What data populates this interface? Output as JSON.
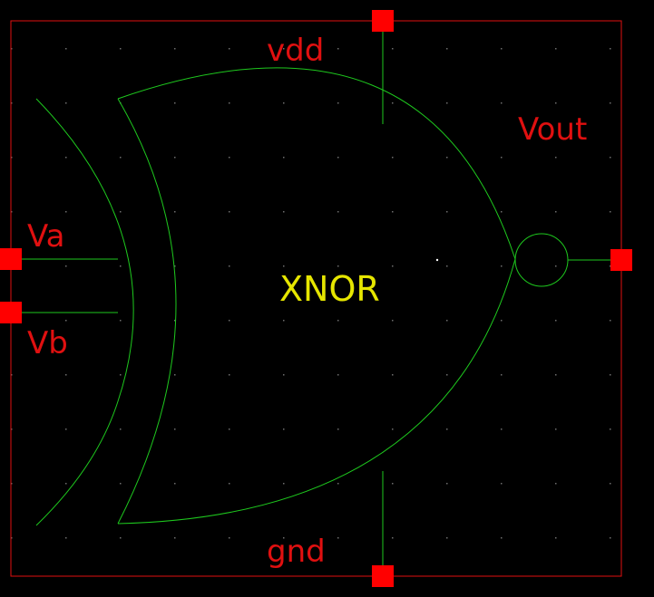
{
  "schematic": {
    "instance_label": "XNOR",
    "pins": {
      "vdd": "vdd",
      "gnd": "gnd",
      "va": "Va",
      "vb": "Vb",
      "vout": "Vout"
    },
    "colors": {
      "background": "#000000",
      "boundary": "#e01010",
      "pin": "#ff0000",
      "pin_label": "#e01010",
      "wire": "#1ec81e",
      "instance_label": "#e6e600",
      "grid_dot": "#6e6e6e"
    }
  }
}
